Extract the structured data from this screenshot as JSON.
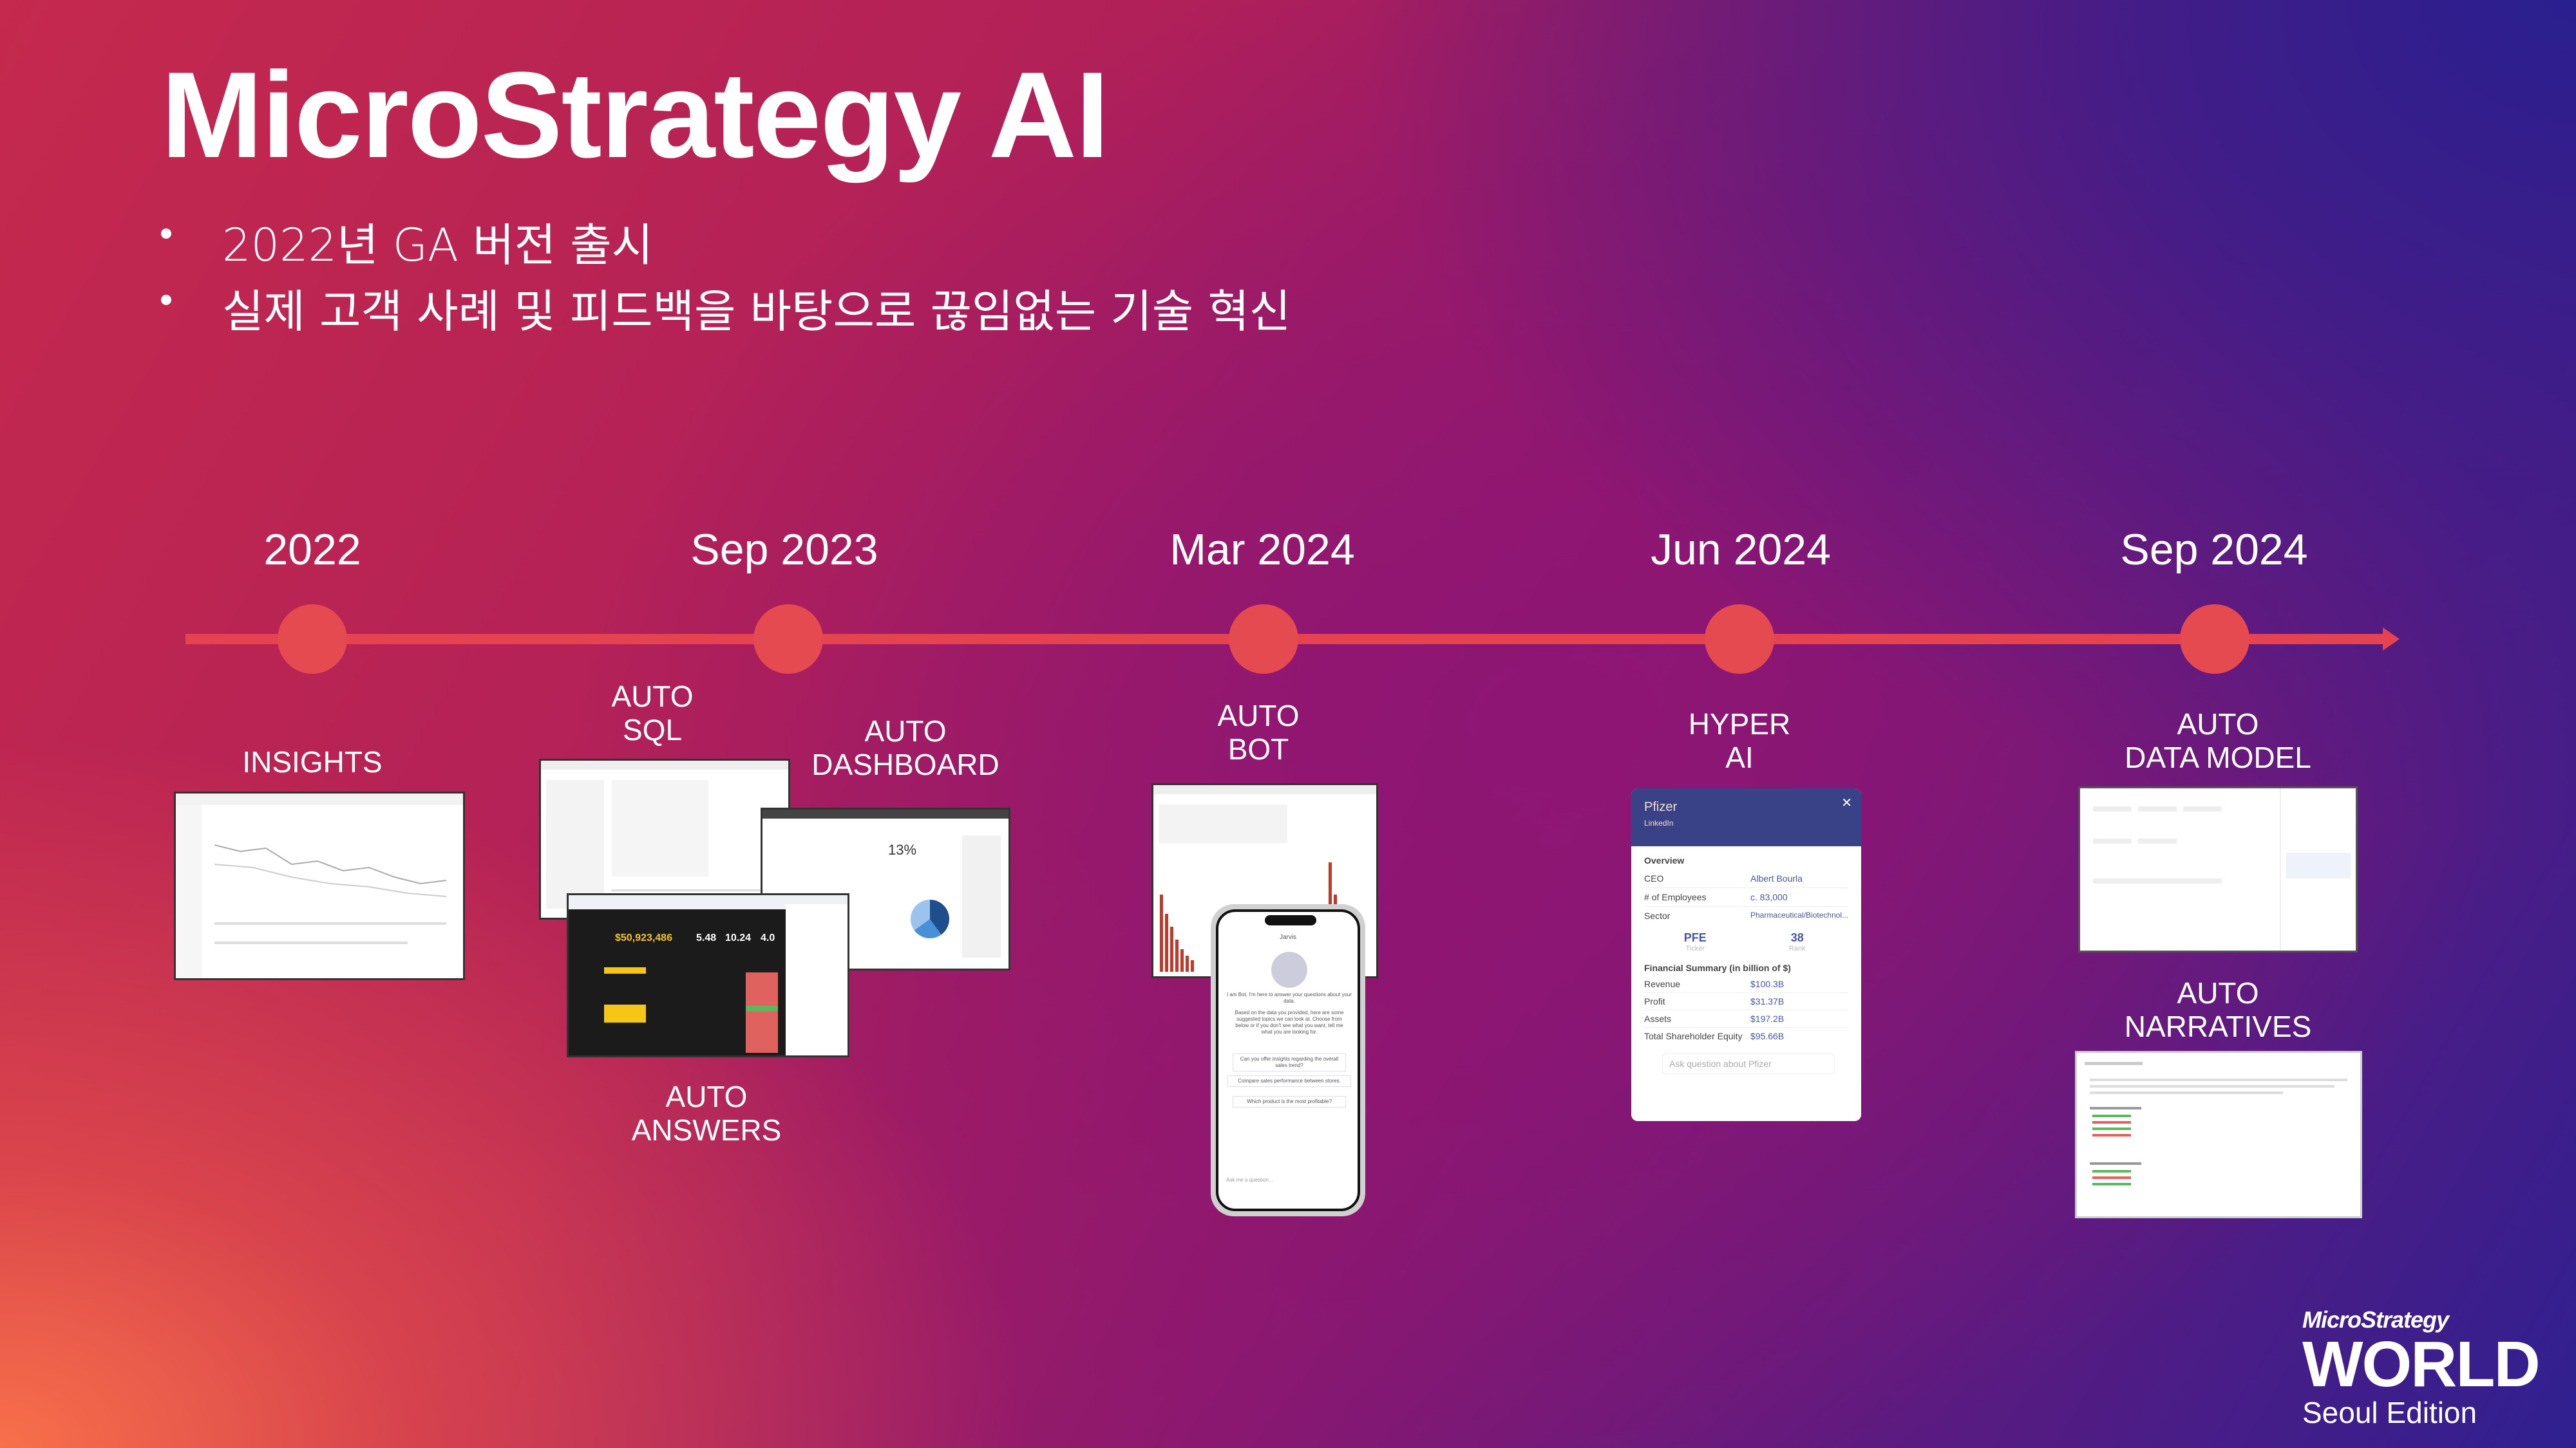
{
  "title": "MicroStrategy AI",
  "bullets": [
    "2022년 GA 버전 출시",
    "실제 고객 사례 및 피드백을 바탕으로 끊임없는 기술 혁신"
  ],
  "timeline": {
    "years": [
      "2022",
      "Sep 2023",
      "Mar 2024",
      "Jun 2024",
      "Sep 2024"
    ],
    "features": {
      "insights": [
        "INSIGHTS"
      ],
      "auto_sql": [
        "AUTO",
        "SQL"
      ],
      "auto_dashboard": [
        "AUTO",
        "DASHBOARD"
      ],
      "auto_answers": [
        "AUTO",
        "ANSWERS"
      ],
      "auto_bot": [
        "AUTO",
        "BOT"
      ],
      "hyper_ai": [
        "HYPER",
        "AI"
      ],
      "auto_data_model": [
        "AUTO",
        "DATA MODEL"
      ],
      "auto_narratives": [
        "AUTO",
        "NARRATIVES"
      ]
    }
  },
  "screens": {
    "dashboard_kpi": "13%",
    "answers": {
      "headline": "$50,923,486",
      "kpi1": "5.48",
      "kpi2": "10.24",
      "kpi3": "4.0"
    },
    "bot": {
      "title": "Jarvis",
      "intro": "I am Bot. I'm here to answer your questions about your data.",
      "body": "Based on the data you provided, here are some suggested topics we can look at. Choose from below or if you don't see what you want, tell me what you are looking for.",
      "suggestions": [
        "Can you offer insights regarding the overall sales trend?",
        "Compare sales performance between stores.",
        "Which product is the most profitable?"
      ],
      "placeholder": "Ask me a question..."
    },
    "pfizer": {
      "name": "Pfizer",
      "link": "LinkedIn",
      "overview": "Overview",
      "rows": [
        [
          "CEO",
          "Albert Bourla"
        ],
        [
          "# of Employees",
          "c. 83,000"
        ],
        [
          "Sector",
          "Pharmaceutical/Biotechnol..."
        ]
      ],
      "ticker": "PFE",
      "ticker_label": "Ticker",
      "rank": "38",
      "rank_label": "Rank",
      "fin_title": "Financial Summary (in billion of $)",
      "fin": [
        [
          "Revenue",
          "$100.3B"
        ],
        [
          "Profit",
          "$31.37B"
        ],
        [
          "Assets",
          "$197.2B"
        ],
        [
          "Total Shareholder Equity",
          "$95.66B"
        ]
      ],
      "placeholder": "Ask question about Pfizer"
    }
  },
  "logo": {
    "brand": "MicroStrategy",
    "world": "WORLD",
    "edition": "Seoul Edition"
  },
  "colors": {
    "timeline": "#e4434f",
    "pfizer_header": "#3a4287"
  }
}
